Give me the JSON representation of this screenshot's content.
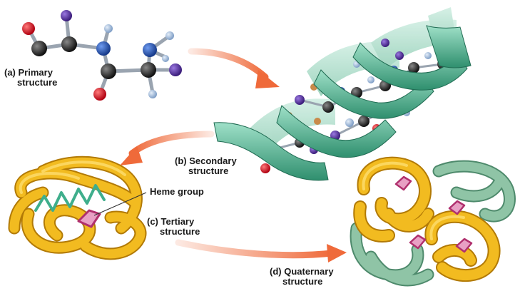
{
  "labels": {
    "primary": [
      "(a) Primary",
      "structure"
    ],
    "secondary": [
      "(b) Secondary",
      "structure"
    ],
    "tertiary": [
      "(c) Tertiary",
      "structure"
    ],
    "quaternary": [
      "(d) Quaternary",
      "structure"
    ],
    "heme": "Heme group"
  },
  "colors": {
    "carbon": "#1c1c1c",
    "oxygen": "#e0141e",
    "nitrogen": "#1f4fa8",
    "hydrogen": "#9fb8d8",
    "r_group": "#4a2a90",
    "helix_ribbon": "#3fae8c",
    "tertiary_tube": "#f0b61e",
    "quaternary_tube_alt": "#7fb596",
    "heme": "#b0306e",
    "arrow": "#ef6a3a"
  },
  "icons": [
    "ball-and-stick-molecule",
    "alpha-helix-ribbon",
    "folded-tube",
    "curved-arrow"
  ]
}
